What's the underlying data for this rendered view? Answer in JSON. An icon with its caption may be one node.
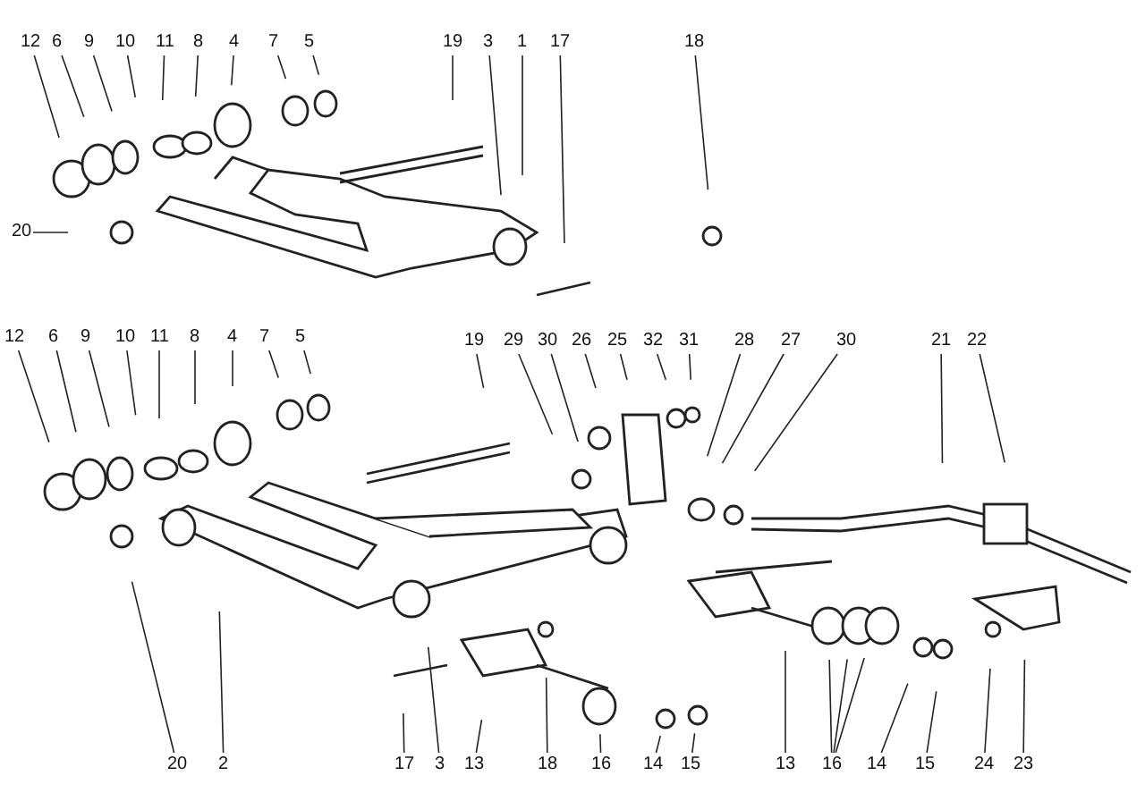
{
  "diagram": {
    "nodes": [
      {
        "text": [
          "12"
        ]
      },
      {
        "text": [
          "6"
        ]
      },
      {
        "text": [
          "9"
        ]
      },
      {
        "text": [
          "10"
        ]
      },
      {
        "text": [
          "11"
        ]
      },
      {
        "text": [
          "8"
        ]
      },
      {
        "text": [
          "4"
        ]
      },
      {
        "text": [
          "7"
        ]
      },
      {
        "text": [
          "5"
        ]
      },
      {
        "text": [
          "19"
        ]
      },
      {
        "text": [
          "3"
        ]
      },
      {
        "text": [
          "1"
        ]
      },
      {
        "text": [
          "17"
        ]
      },
      {
        "text": [
          "18"
        ]
      },
      {
        "text": [
          "20"
        ]
      },
      {
        "text": [
          "12"
        ]
      },
      {
        "text": [
          "6"
        ]
      },
      {
        "text": [
          "9"
        ]
      },
      {
        "text": [
          "10"
        ]
      },
      {
        "text": [
          "11"
        ]
      },
      {
        "text": [
          "8"
        ]
      },
      {
        "text": [
          "4"
        ]
      },
      {
        "text": [
          "7"
        ]
      },
      {
        "text": [
          "5"
        ]
      },
      {
        "text": [
          "19"
        ]
      },
      {
        "text": [
          "29"
        ]
      },
      {
        "text": [
          "30"
        ]
      },
      {
        "text": [
          "26"
        ]
      },
      {
        "text": [
          "25"
        ]
      },
      {
        "text": [
          "32"
        ]
      },
      {
        "text": [
          "31"
        ]
      },
      {
        "text": [
          "28"
        ]
      },
      {
        "text": [
          "27"
        ]
      },
      {
        "text": [
          "30"
        ]
      },
      {
        "text": [
          "21"
        ]
      },
      {
        "text": [
          "22"
        ]
      },
      {
        "text": [
          "20"
        ]
      },
      {
        "text": [
          "2"
        ]
      },
      {
        "text": [
          "17"
        ]
      },
      {
        "text": [
          "3"
        ]
      },
      {
        "text": [
          "13"
        ]
      },
      {
        "text": [
          "18"
        ]
      },
      {
        "text": [
          "16"
        ]
      },
      {
        "text": [
          "14"
        ]
      },
      {
        "text": [
          "15"
        ]
      },
      {
        "text": [
          "13"
        ]
      },
      {
        "text": [
          "16"
        ]
      },
      {
        "text": [
          "14"
        ]
      },
      {
        "text": [
          "15"
        ]
      },
      {
        "text": [
          "24"
        ]
      },
      {
        "text": [
          "23"
        ]
      }
    ],
    "edges": [
      {
        "from": 0,
        "to": null,
        "arrow": "none"
      },
      {
        "from": 1,
        "to": null,
        "arrow": "none"
      },
      {
        "from": 2,
        "to": null,
        "arrow": "none"
      },
      {
        "from": 3,
        "to": null,
        "arrow": "none"
      },
      {
        "from": 4,
        "to": null,
        "arrow": "none"
      },
      {
        "from": 5,
        "to": null,
        "arrow": "none"
      },
      {
        "from": 6,
        "to": null,
        "arrow": "none"
      },
      {
        "from": 7,
        "to": null,
        "arrow": "none"
      },
      {
        "from": 8,
        "to": null,
        "arrow": "none"
      },
      {
        "from": 9,
        "to": null,
        "arrow": "none"
      },
      {
        "from": 10,
        "to": null,
        "arrow": "none"
      },
      {
        "from": 11,
        "to": null,
        "arrow": "none"
      },
      {
        "from": 12,
        "to": null,
        "arrow": "none"
      },
      {
        "from": 13,
        "to": null,
        "arrow": "none"
      },
      {
        "from": 14,
        "to": null,
        "arrow": "none"
      },
      {
        "from": 15,
        "to": null,
        "arrow": "none"
      },
      {
        "from": 16,
        "to": null,
        "arrow": "none"
      },
      {
        "from": 17,
        "to": null,
        "arrow": "none"
      },
      {
        "from": 18,
        "to": null,
        "arrow": "none"
      },
      {
        "from": 19,
        "to": null,
        "arrow": "none"
      },
      {
        "from": 20,
        "to": null,
        "arrow": "none"
      },
      {
        "from": 21,
        "to": null,
        "arrow": "none"
      },
      {
        "from": 22,
        "to": null,
        "arrow": "none"
      },
      {
        "from": 23,
        "to": null,
        "arrow": "none"
      },
      {
        "from": 24,
        "to": null,
        "arrow": "none"
      },
      {
        "from": 25,
        "to": null,
        "arrow": "none"
      },
      {
        "from": 26,
        "to": null,
        "arrow": "none"
      },
      {
        "from": 27,
        "to": null,
        "arrow": "none"
      },
      {
        "from": 28,
        "to": null,
        "arrow": "none"
      },
      {
        "from": 29,
        "to": null,
        "arrow": "none"
      },
      {
        "from": 30,
        "to": null,
        "arrow": "none"
      },
      {
        "from": 31,
        "to": null,
        "arrow": "none"
      },
      {
        "from": 32,
        "to": null,
        "arrow": "none"
      },
      {
        "from": 33,
        "to": null,
        "arrow": "none"
      },
      {
        "from": 34,
        "to": null,
        "arrow": "none"
      },
      {
        "from": 35,
        "to": null,
        "arrow": "none"
      },
      {
        "from": 36,
        "to": null,
        "arrow": "none"
      },
      {
        "from": 37,
        "to": null,
        "arrow": "none"
      },
      {
        "from": 38,
        "to": null,
        "arrow": "none"
      },
      {
        "from": 39,
        "to": null,
        "arrow": "none"
      },
      {
        "from": 40,
        "to": null,
        "arrow": "none"
      },
      {
        "from": 41,
        "to": null,
        "arrow": "none"
      },
      {
        "from": 42,
        "to": null,
        "arrow": "none"
      },
      {
        "from": 43,
        "to": null,
        "arrow": "none"
      },
      {
        "from": 44,
        "to": null,
        "arrow": "none"
      },
      {
        "from": 45,
        "to": null,
        "arrow": "none"
      },
      {
        "from": 46,
        "to": null,
        "arrow": "none"
      },
      {
        "from": 46,
        "to": null,
        "arrow": "none"
      },
      {
        "from": 46,
        "to": null,
        "arrow": "none"
      },
      {
        "from": 47,
        "to": null,
        "arrow": "none"
      },
      {
        "from": 48,
        "to": null,
        "arrow": "none"
      },
      {
        "from": 49,
        "to": null,
        "arrow": "none"
      },
      {
        "from": 50,
        "to": null,
        "arrow": "none"
      }
    ]
  }
}
